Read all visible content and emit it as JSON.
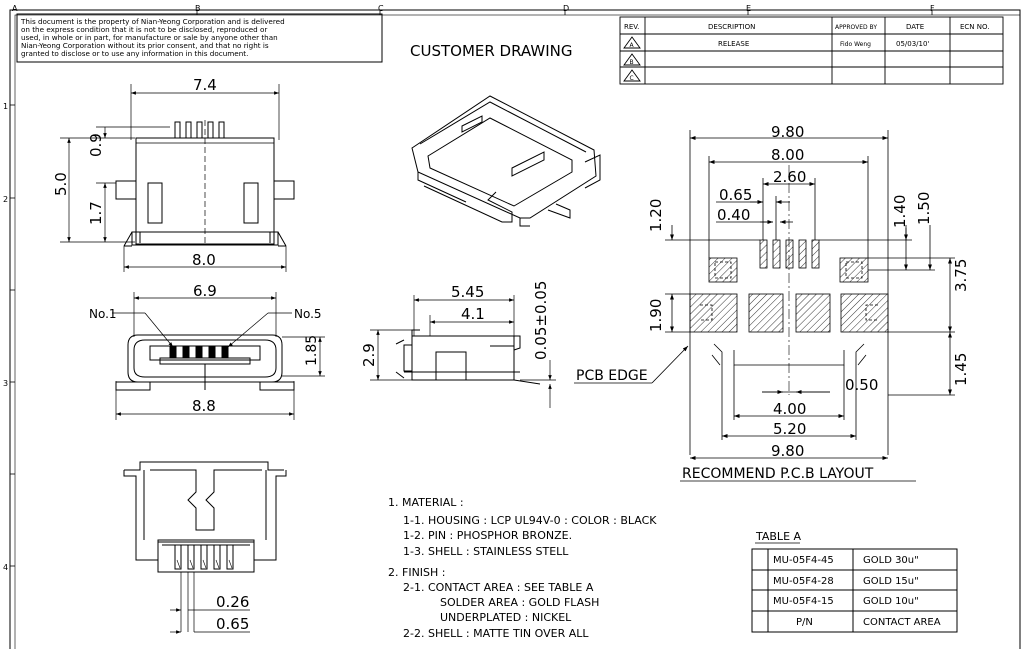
{
  "frame": {
    "col_labels": [
      "A",
      "B",
      "C",
      "D",
      "E",
      "F"
    ],
    "row_labels": [
      "1",
      "2",
      "3",
      "4"
    ]
  },
  "notice_lines": [
    "This document is the property of Nian-Yeong Corporation and is delivered",
    "on  the  express condition that it is not to be disclosed, reproduced or",
    "used, in whole or in part, for manufacture or sale by anyone other than",
    "Nian-Yeong Corporation without  its prior consent, and that  no right  is",
    "granted to disclose or to use any information in this  document."
  ],
  "title": "CUSTOMER  DRAWING",
  "revision_table": {
    "headers": [
      "REV.",
      "DESCRIPTION",
      "APPROVED BY",
      "DATE",
      "ECN NO."
    ],
    "rows": [
      {
        "rev": "A",
        "description": "RELEASE",
        "approved_by": "Fido Weng",
        "date": "05/03/10'",
        "ecn": ""
      },
      {
        "rev": "B",
        "description": "",
        "approved_by": "",
        "date": "",
        "ecn": ""
      },
      {
        "rev": "C",
        "description": "",
        "approved_by": "",
        "date": "",
        "ecn": ""
      }
    ]
  },
  "dimensions": {
    "top_view": {
      "width": "7.4",
      "height": "5.0",
      "upper": "0.9",
      "lower": "1.7",
      "base": "8.0"
    },
    "front_view": {
      "width": "6.9",
      "pin1": "No.1",
      "pin5": "No.5",
      "height": "1.85",
      "base": "8.8"
    },
    "side_view": {
      "length": "5.45",
      "inner": "4.1",
      "height": "2.9",
      "offset": "0.05±0.05"
    },
    "bottom_view": {
      "pin_width": "0.26",
      "pitch": "0.65"
    }
  },
  "pcb_layout": {
    "title": "RECOMMEND  P.C.B  LAYOUT",
    "edge_label": "PCB EDGE",
    "dims": {
      "w980_top": "9.80",
      "w800": "8.00",
      "w260": "2.60",
      "w065": "0.65",
      "w040": "0.40",
      "h120": "1.20",
      "h140": "1.40",
      "h150": "1.50",
      "h375": "3.75",
      "h190": "1.90",
      "h145": "1.45",
      "w050": "0.50",
      "w400": "4.00",
      "w520": "5.20",
      "w980_bot": "9.80"
    }
  },
  "notes": [
    "1.  MATERIAL  :",
    "1-1.  HOUSING  :  LCP  UL94V-0  :  COLOR  :  BLACK",
    "1-2.  PIN  :  PHOSPHOR  BRONZE.",
    "1-3.  SHELL  :  STAINLESS  STELL",
    "2.  FINISH  :",
    "2-1.  CONTACT  AREA  :  SEE  TABLE  A",
    "SOLDER  AREA  :  GOLD  FLASH",
    "UNDERPLATED  :  NICKEL",
    "2-2.  SHELL  :  MATTE  TIN  OVER  ALL"
  ],
  "table_a": {
    "title": "TABLE A",
    "rows": [
      {
        "pn": "MU-05F4-45",
        "area": "GOLD 30u\""
      },
      {
        "pn": "MU-05F4-28",
        "area": "GOLD 15u\""
      },
      {
        "pn": "MU-05F4-15",
        "area": "GOLD 10u\""
      }
    ],
    "header": {
      "pn": "P/N",
      "area": "CONTACT AREA"
    }
  }
}
